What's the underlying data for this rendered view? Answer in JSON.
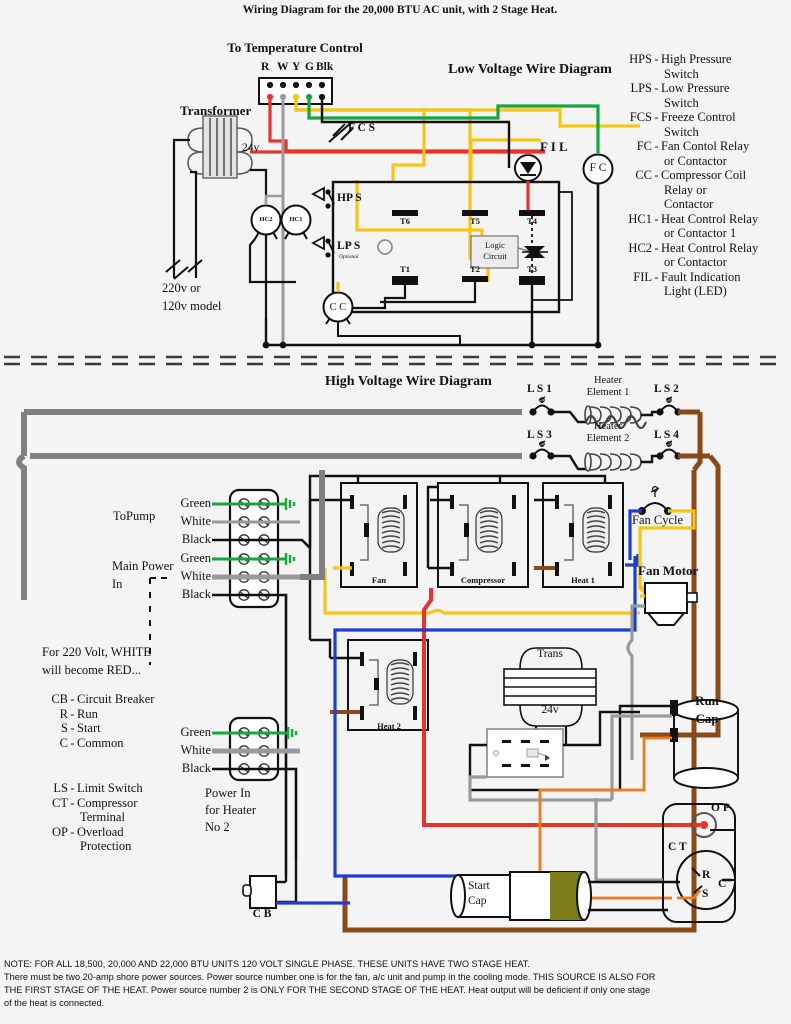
{
  "document": {
    "title": "Wiring Diagram for the 20,000 BTU AC unit, with 2 Stage Heat.",
    "bg_color": "#f4f4f4"
  },
  "low_voltage": {
    "section_title": "Low Voltage Wire Diagram",
    "temp_control_label": "To Temperature Control",
    "terminal_letters": [
      "R",
      "W",
      "Y",
      "G",
      "Blk"
    ],
    "terminal_wire_colors": [
      "#e8332a",
      "#9a9a9a",
      "#f5c518",
      "#14a83c",
      "#111111"
    ],
    "transformer_label": "Transformer",
    "transformer_secondary": "24v",
    "supply_label_line1": "220v or",
    "supply_label_line2": "120v model",
    "relays": [
      {
        "name": "HC2"
      },
      {
        "name": "HC1"
      },
      {
        "name": "C C"
      },
      {
        "name": "F C"
      }
    ],
    "switches": [
      {
        "name": "F C S"
      },
      {
        "name": "HP S"
      },
      {
        "name": "LP S",
        "sub": "Optional"
      }
    ],
    "fault_light": "F I L",
    "logic_box_line1": "Logic",
    "logic_box_line2": "Circuit",
    "terminals": [
      "T6",
      "T5",
      "T4",
      "T1",
      "T2",
      "T3"
    ]
  },
  "legend_low": {
    "items": [
      {
        "abbr": "HPS",
        "desc": "High Pressure",
        "cont": [
          "Switch"
        ]
      },
      {
        "abbr": "LPS",
        "desc": "Low Pressure",
        "cont": [
          "Switch"
        ]
      },
      {
        "abbr": "FCS",
        "desc": "Freeze Control",
        "cont": [
          "Switch"
        ]
      },
      {
        "abbr": "FC",
        "desc": "Fan Contol Relay",
        "cont": [
          "or Contactor"
        ]
      },
      {
        "abbr": "CC",
        "desc": "Compressor Coil",
        "cont": [
          "Relay or",
          "Contactor"
        ]
      },
      {
        "abbr": "HC1",
        "desc": "Heat Control Relay",
        "cont": [
          "or Contactor 1"
        ]
      },
      {
        "abbr": "HC2",
        "desc": "Heat Control Relay",
        "cont": [
          "or Contactor"
        ]
      },
      {
        "abbr": "FIL",
        "desc": "Fault Indication",
        "cont": [
          "Light (LED)"
        ]
      }
    ]
  },
  "high_voltage": {
    "section_title": "High Voltage Wire Diagram",
    "limit_switches": [
      "L S 1",
      "L S 2",
      "L S 3",
      "L S 4"
    ],
    "heater_elements": [
      {
        "line1": "Heater",
        "line2": "Element 1"
      },
      {
        "line1": "Heater",
        "line2": "Element 2"
      }
    ],
    "to_pump_label": "ToPump",
    "main_power_label_line1": "Main Power",
    "main_power_label_line2": "In",
    "terminal_block_1_wires": [
      "Green",
      "White",
      "Black",
      "Green",
      "White",
      "Black"
    ],
    "terminal_block_2_wires": [
      "Green",
      "White",
      "Black"
    ],
    "heater2_power_line1": "Power In",
    "heater2_power_line2": "for Heater",
    "heater2_power_line3": "No 2",
    "volt_note_line1": "For 220 Volt, WHITE",
    "volt_note_line2": "will become RED...",
    "contactors": [
      "Fan",
      "Compressor",
      "Heat 1",
      "Heat 2"
    ],
    "fan_cycle_label": "Fan Cycle",
    "fan_motor_label": "Fan Motor",
    "transformer_label": "Trans",
    "transformer_secondary": "24v",
    "run_cap_line1": "Run",
    "run_cap_line2": "Cap",
    "start_cap_line1": "Start",
    "start_cap_line2": "Cap",
    "circuit_breaker_label": "C B",
    "compressor_terminals": {
      "overload": "O P",
      "block": "C T",
      "run": "R",
      "start": "S",
      "common": "C"
    }
  },
  "legend_high": {
    "items": [
      {
        "abbr": "CB",
        "desc": "Circuit Breaker",
        "cont": []
      },
      {
        "abbr": "R",
        "desc": "Run",
        "cont": []
      },
      {
        "abbr": "S",
        "desc": "Start",
        "cont": []
      },
      {
        "abbr": "C",
        "desc": "Common",
        "cont": []
      }
    ],
    "items2": [
      {
        "abbr": "LS",
        "desc": "Limit Switch",
        "cont": []
      },
      {
        "abbr": "CT",
        "desc": "Compressor",
        "cont": [
          "Terminal"
        ]
      },
      {
        "abbr": "OP",
        "desc": "Overload",
        "cont": [
          "Protection"
        ]
      }
    ]
  },
  "footer_note": {
    "line1": "NOTE:  FOR ALL 18,500, 20,000 AND 22,000 BTU UNITS 120 VOLT  SINGLE PHASE.  THESE UNITS HAVE TWO STAGE HEAT.",
    "line2": "There must be two 20-amp shore power sources.  Power source number one is for the fan, a/c unit and pump in the cooling mode.  THIS SOURCE IS ALSO FOR",
    "line3": "THE FIRST STAGE OF THE HEAT.  Power source number 2 is ONLY FOR THE SECOND STAGE OF THE HEAT.  Heat output will be deficient if only one stage",
    "line4": "of the heat is connected."
  },
  "colors": {
    "red": "#e8332a",
    "yellow": "#f5c518",
    "green": "#14a83c",
    "gray": "#9a9a9a",
    "black": "#111111",
    "brown": "#8a4a18",
    "blue": "#1d3fd0",
    "orange": "#f07a1a",
    "darkgray": "#808080"
  }
}
